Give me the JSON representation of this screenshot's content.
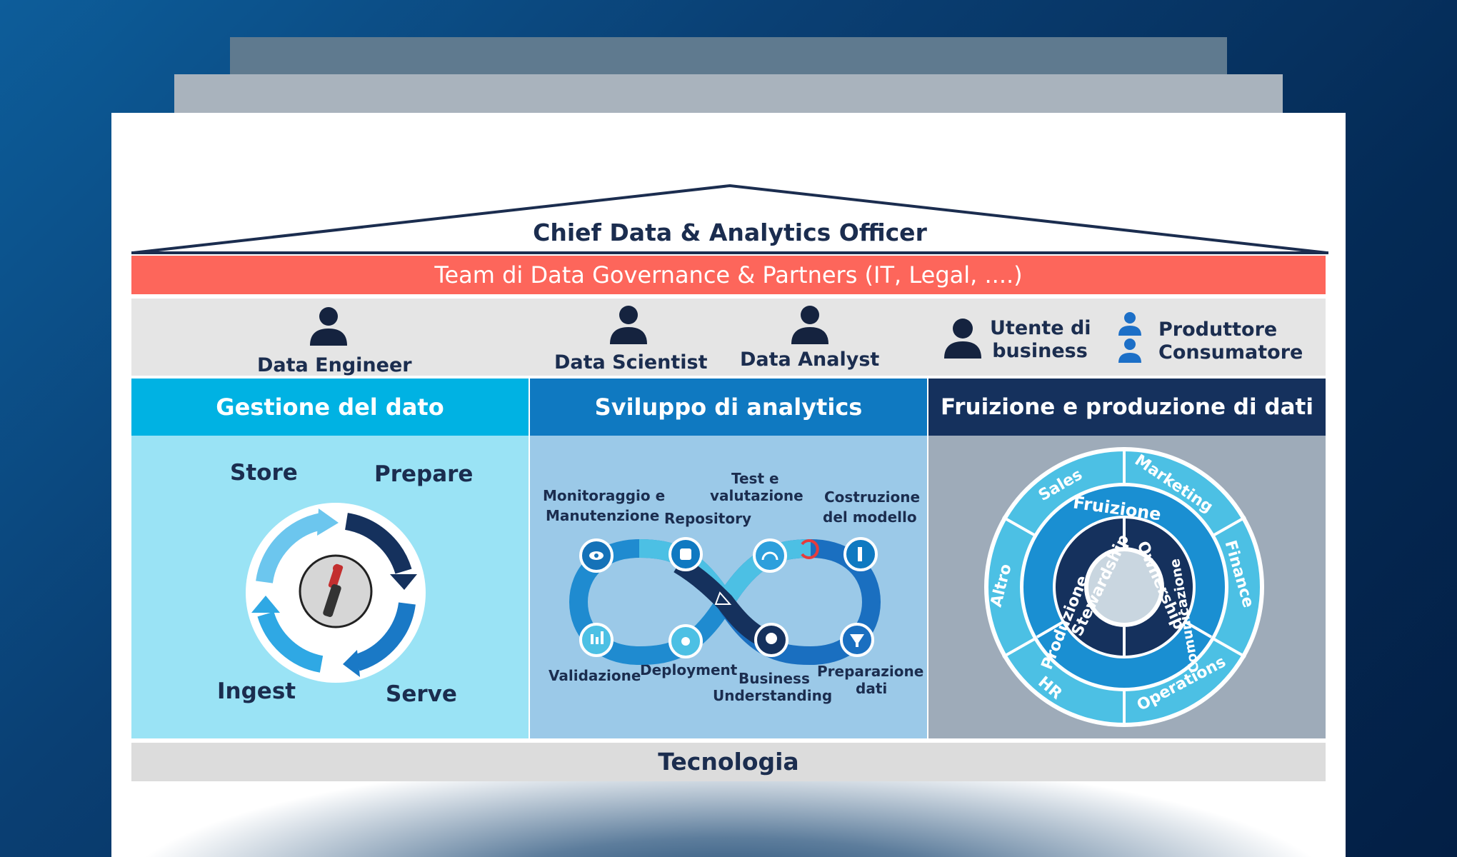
{
  "header": {
    "title": "Chief Data & Analytics Officer",
    "governance": "Team di Data Governance & Partners (IT, Legal, ....)"
  },
  "roles": {
    "data_engineer": "Data Engineer",
    "data_scientist": "Data Scientist",
    "data_analyst": "Data Analyst",
    "business_user_line1": "Utente di",
    "business_user_line2": "business",
    "producer": "Produttore",
    "consumer": "Consumatore"
  },
  "panels": {
    "data_management": {
      "title": "Gestione del dato",
      "store": "Store",
      "prepare": "Prepare",
      "ingest": "Ingest",
      "serve": "Serve"
    },
    "analytics": {
      "title": "Sviluppo di analytics",
      "monitoring_line1": "Monitoraggio e",
      "monitoring_line2": "Manutenzione",
      "test_line1": "Test e",
      "test_line2": "valutazione",
      "repository": "Repository",
      "model_line1": "Costruzione",
      "model_line2": "del modello",
      "validation": "Validazione",
      "deployment": "Deployment",
      "business_line1": "Business",
      "business_line2": "Understanding",
      "prep_line1": "Preparazione",
      "prep_line2": "dati"
    },
    "consumption": {
      "title": "Fruizione e produzione di dati",
      "outer": [
        "Sales",
        "Marketing",
        "Finance",
        "Operations",
        "HR",
        "Altro"
      ],
      "middle": [
        "Fruizione",
        "Comunicazione",
        "Produzione"
      ],
      "inner": [
        "Stewardship",
        "Ownership"
      ]
    }
  },
  "footer": {
    "technology": "Tecnologia"
  },
  "colors": {
    "navy": "#1b2d4f",
    "coral": "#fd665b",
    "cyan": "#00b2e3",
    "blue": "#0f79c1",
    "dark_navy": "#15315d"
  }
}
